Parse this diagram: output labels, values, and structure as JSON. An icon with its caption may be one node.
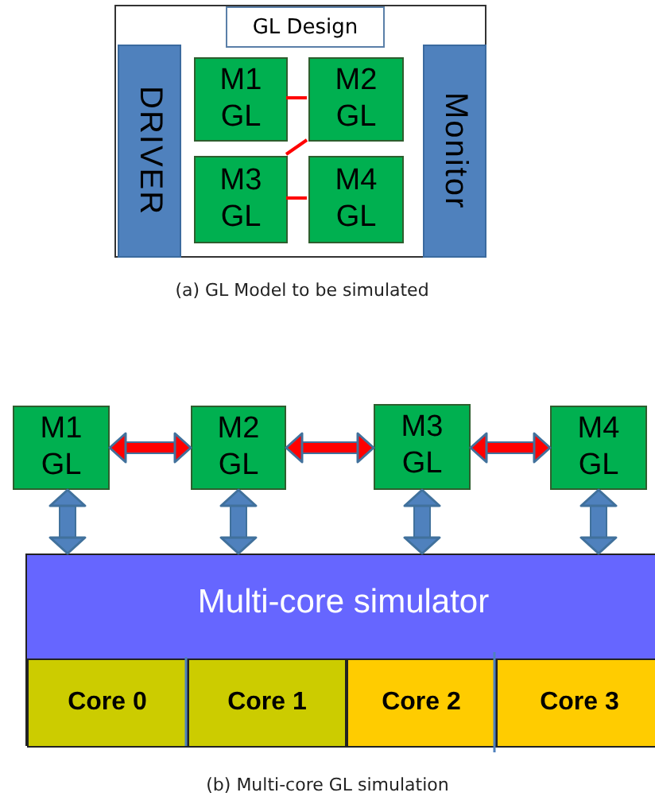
{
  "diagram": {
    "nodes": [
      {
        "text": [],
        "shape": "box"
      },
      {
        "text": [
          "GL Design"
        ],
        "in": 0
      },
      {
        "text": [
          "DRIVER"
        ],
        "in": 0
      },
      {
        "text": [
          "Monitor"
        ],
        "in": 0
      },
      {
        "text": [
          "M1 GL"
        ],
        "in": 0
      },
      {
        "text": [
          "M2 GL"
        ],
        "in": 0
      },
      {
        "text": [
          "M3 GL"
        ],
        "in": 0
      },
      {
        "text": [
          "M4 GL"
        ],
        "in": 0
      },
      {
        "text": [
          "M1 GL"
        ]
      },
      {
        "text": [
          "M2 GL"
        ]
      },
      {
        "text": [
          "M3 GL"
        ]
      },
      {
        "text": [
          "M4 GL"
        ]
      },
      {
        "text": [
          "Multi-core simulator"
        ]
      },
      {
        "text": [
          "Core 0"
        ],
        "in": 12
      },
      {
        "text": [
          "Core 1"
        ],
        "in": 12
      },
      {
        "text": [
          "Core 2"
        ],
        "in": 12
      },
      {
        "text": [
          "Core 3"
        ],
        "in": 12
      }
    ],
    "edges": [
      {
        "from": 4,
        "to": 5,
        "arrow": "none"
      },
      {
        "from": 5,
        "to": 6,
        "arrow": "none"
      },
      {
        "from": 6,
        "to": 7,
        "arrow": "none"
      },
      {
        "from": 8,
        "to": 9,
        "arrow": "both"
      },
      {
        "from": 9,
        "to": 10,
        "arrow": "both"
      },
      {
        "from": 10,
        "to": 11,
        "arrow": "both"
      },
      {
        "from": 8,
        "to": 12,
        "arrow": "both",
        "color": "#4f81bd"
      },
      {
        "from": 9,
        "to": 12,
        "arrow": "both",
        "color": "#4f81bd"
      },
      {
        "from": 10,
        "to": 12,
        "arrow": "both",
        "color": "#4f81bd"
      },
      {
        "from": 11,
        "to": 12,
        "arrow": "both",
        "color": "#4f81bd"
      }
    ],
    "labels": [
      "(a) GL Model to be simulated",
      "(b) Multi-core GL simulation"
    ]
  }
}
